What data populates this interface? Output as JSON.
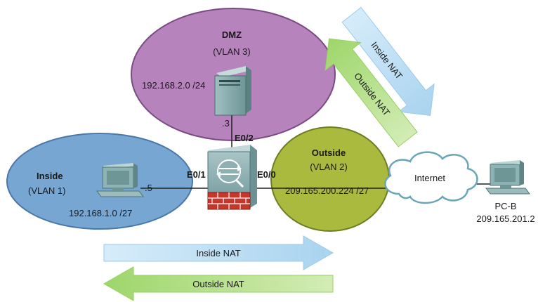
{
  "zones": {
    "dmz": {
      "name": "DMZ",
      "vlan": "(VLAN 3)",
      "subnet": "192.168.2.0 /24",
      "host_octet": ".3",
      "color": "#b07cb8"
    },
    "inside": {
      "name": "Inside",
      "vlan": "(VLAN 1)",
      "subnet": "192.168.1.0 /27",
      "host_octet": ".5",
      "color": "#6f9fcf"
    },
    "outside": {
      "name": "Outside",
      "vlan": "(VLAN 2)",
      "subnet": "209.165.200.224 /27",
      "color": "#a8b83f"
    }
  },
  "interfaces": {
    "e00": "E0/0",
    "e01": "E0/1",
    "e02": "E0/2"
  },
  "internet": {
    "label": "Internet"
  },
  "pc_b": {
    "name": "PC-B",
    "ip": "209.165.201.2"
  },
  "arrows": {
    "bottom_inside": "Inside NAT",
    "bottom_outside": "Outside NAT",
    "diag_inside": "Inside NAT",
    "diag_outside": "Outside NAT",
    "inside_color": "#bfe0f5",
    "outside_color": "#b5e08a"
  }
}
